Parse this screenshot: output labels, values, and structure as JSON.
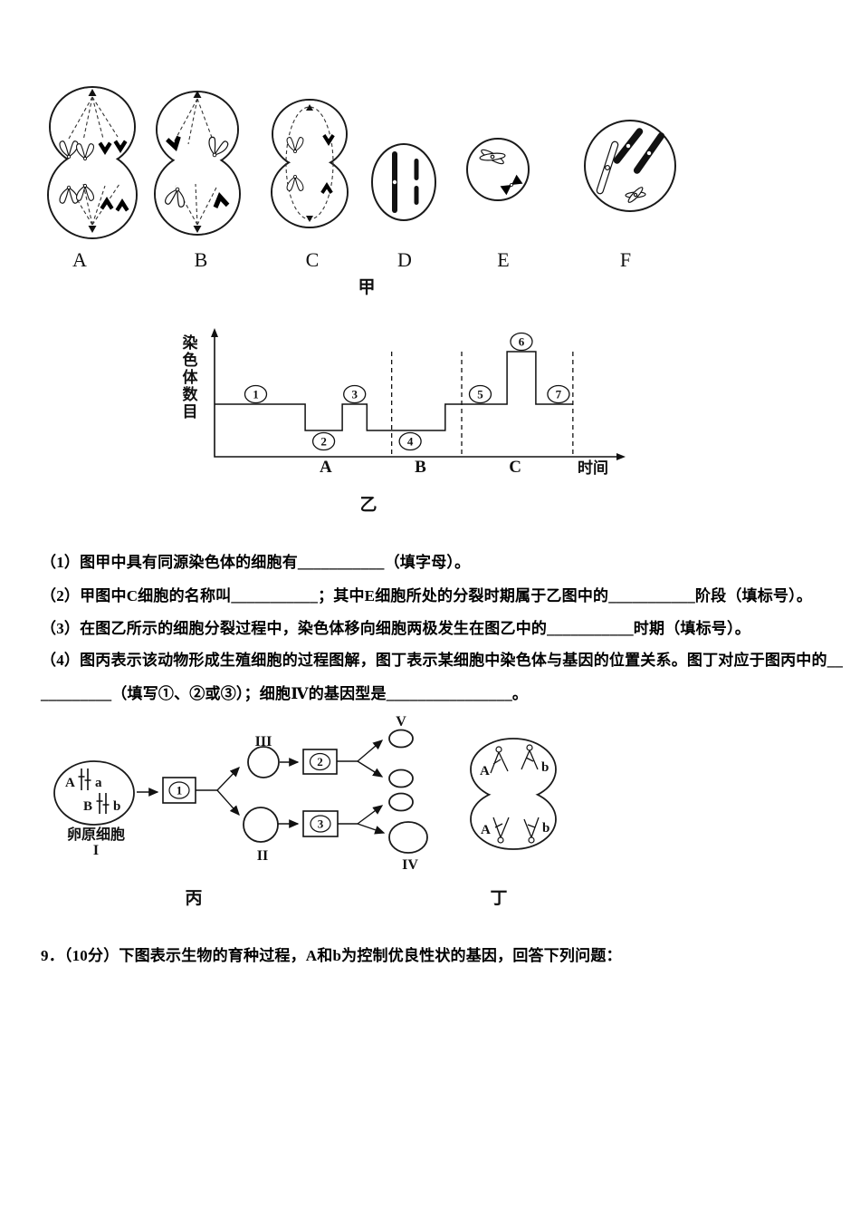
{
  "figure_jia": {
    "cell_labels": [
      "A",
      "B",
      "C",
      "D",
      "E",
      "F"
    ],
    "caption": "甲"
  },
  "chart": {
    "ylabel": "染色体数目",
    "xlabel": "时间",
    "caption": "乙"
  },
  "chart_data": {
    "type": "line",
    "style": "step",
    "title": "乙",
    "xlabel": "时间",
    "ylabel": "染色体数目",
    "grid": false,
    "legend": false,
    "ylim_units": [
      0,
      4.6
    ],
    "phases": [
      {
        "label": "A",
        "t_range": [
          0,
          4.3
        ]
      },
      {
        "label": "B",
        "t_range": [
          4.3,
          6.0
        ]
      },
      {
        "label": "C",
        "t_range": [
          6.0,
          8.7
        ]
      }
    ],
    "segments": [
      {
        "stage": "①",
        "num": "1",
        "level": 2
      },
      {
        "stage": "②",
        "num": "2",
        "level": 1
      },
      {
        "stage": "③",
        "num": "3",
        "level": 2
      },
      {
        "stage": "④",
        "num": "4",
        "level": 1
      },
      {
        "stage": "⑤",
        "num": "5",
        "level": 2
      },
      {
        "stage": "⑥",
        "num": "6",
        "level": 4
      },
      {
        "stage": "⑦",
        "num": "7",
        "level": 2
      }
    ],
    "step_points": [
      [
        0,
        2
      ],
      [
        2.2,
        2
      ],
      [
        2.2,
        1
      ],
      [
        3.1,
        1
      ],
      [
        3.1,
        2
      ],
      [
        3.7,
        2
      ],
      [
        3.7,
        1
      ],
      [
        5.6,
        1
      ],
      [
        5.6,
        2
      ],
      [
        7.1,
        2
      ],
      [
        7.1,
        4
      ],
      [
        7.8,
        4
      ],
      [
        7.8,
        2
      ],
      [
        8.7,
        2
      ]
    ],
    "stage_t": [
      1.0,
      2.65,
      3.4,
      4.75,
      6.45,
      7.45,
      8.35
    ],
    "stage_side": [
      "above",
      "below",
      "above",
      "below",
      "above",
      "above",
      "above"
    ],
    "boundaries_t": [
      4.3,
      6.0,
      8.7
    ],
    "phase_label_t": [
      2.7,
      5.0,
      7.3
    ]
  },
  "questions": {
    "q1": "（1）图甲中具有同源染色体的细胞有___________（填字母）。",
    "q2": "（2）甲图中C细胞的名称叫___________；其中E细胞所处的分裂时期属于乙图中的___________阶段（填标号）。",
    "q3": "（3）在图乙所示的细胞分裂过程中，染色体移向细胞两极发生在图乙中的___________时期（填标号）。",
    "q4_line1": "（4）图丙表示该动物形成生殖细胞的过程图解，图丁表示某细胞中染色体与基因的位置关系。图丁对应于图丙中的__",
    "q4_line2": "_________（填写①、②或③）；细胞Ⅳ的基因型是________________。"
  },
  "figure_bing": {
    "gene_A": "A",
    "gene_a": "a",
    "gene_B": "B",
    "gene_b": "b",
    "oocyte_label": "卵原细胞",
    "labels": {
      "c1": "I",
      "c2": "II",
      "c3": "III",
      "c4": "IV",
      "c5": "V"
    },
    "step_nums": [
      "1",
      "2",
      "3"
    ],
    "caption": "丙"
  },
  "figure_ding": {
    "top_left_gene": "A",
    "top_right_gene": "b",
    "bottom_left_gene": "A",
    "bottom_right_gene": "b",
    "caption": "丁"
  },
  "question9": "9．（10分）下图表示生物的育种过程，A和b为控制优良性状的基因，回答下列问题："
}
